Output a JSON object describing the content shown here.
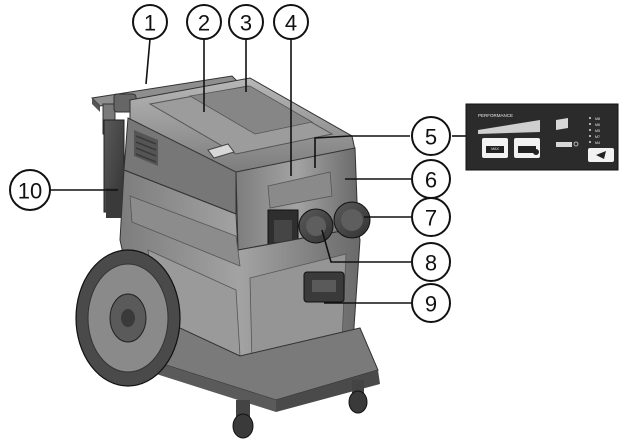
{
  "figure": {
    "callouts": [
      {
        "label": "1"
      },
      {
        "label": "2"
      },
      {
        "label": "3"
      },
      {
        "label": "4"
      },
      {
        "label": "5"
      },
      {
        "label": "6"
      },
      {
        "label": "7"
      },
      {
        "label": "8"
      },
      {
        "label": "9"
      },
      {
        "label": "10"
      }
    ],
    "control_panel": {
      "performance_label": "PERFORMANCE",
      "button_1_label": "MAX",
      "hose_sizes": [
        "M8",
        "M6",
        "M5",
        "M7",
        "M4"
      ]
    },
    "colors": {
      "body_light": "#9a9a9a",
      "body_dark": "#4a4a4a",
      "panel": "#2b2b2b",
      "outline": "#111111"
    }
  }
}
